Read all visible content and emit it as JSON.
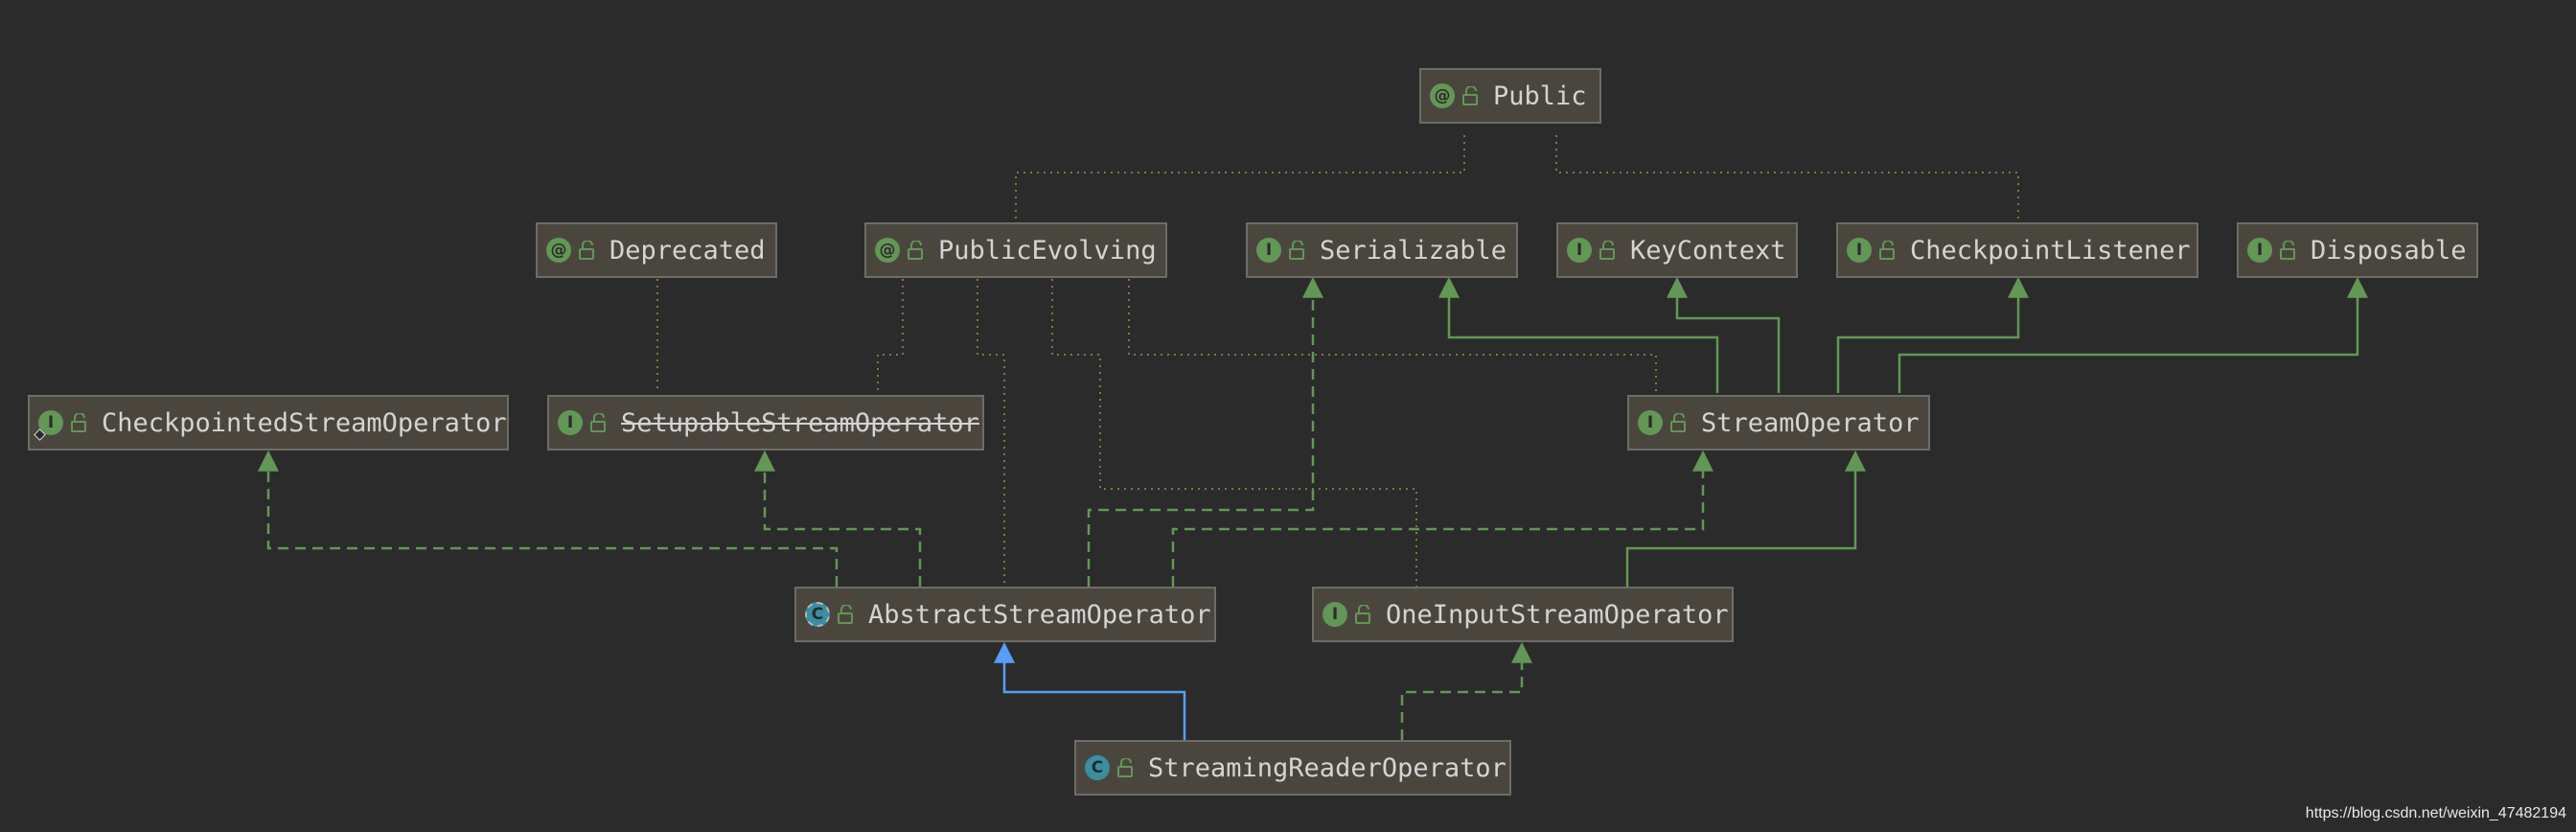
{
  "nodes": {
    "public": {
      "kind": "@",
      "name": "Public"
    },
    "deprecated": {
      "kind": "@",
      "name": "Deprecated"
    },
    "public_evolving": {
      "kind": "@",
      "name": "PublicEvolving"
    },
    "serializable": {
      "kind": "I",
      "name": "Serializable"
    },
    "key_context": {
      "kind": "I",
      "name": "KeyContext"
    },
    "checkpoint_listener": {
      "kind": "I",
      "name": "CheckpointListener"
    },
    "disposable": {
      "kind": "I",
      "name": "Disposable"
    },
    "checkpointed_stream_operator": {
      "kind": "I",
      "name": "CheckpointedStreamOperator"
    },
    "setupable_stream_operator": {
      "kind": "I",
      "name": "SetupableStreamOperator"
    },
    "stream_operator": {
      "kind": "I",
      "name": "StreamOperator"
    },
    "abstract_stream_operator": {
      "kind": "C",
      "name": "AbstractStreamOperator"
    },
    "one_input_stream_operator": {
      "kind": "I",
      "name": "OneInputStreamOperator"
    },
    "streaming_reader_operator": {
      "kind": "C",
      "name": "StreamingReaderOperator"
    }
  },
  "watermark": "https://blog.csdn.net/weixin_47482194",
  "colors": {
    "background": "#2b2b2b",
    "interface_arrow": "#629755",
    "extends_arrow": "#589df6",
    "annotation_link": "#7d7a44",
    "node_fill": "#4a463e"
  }
}
